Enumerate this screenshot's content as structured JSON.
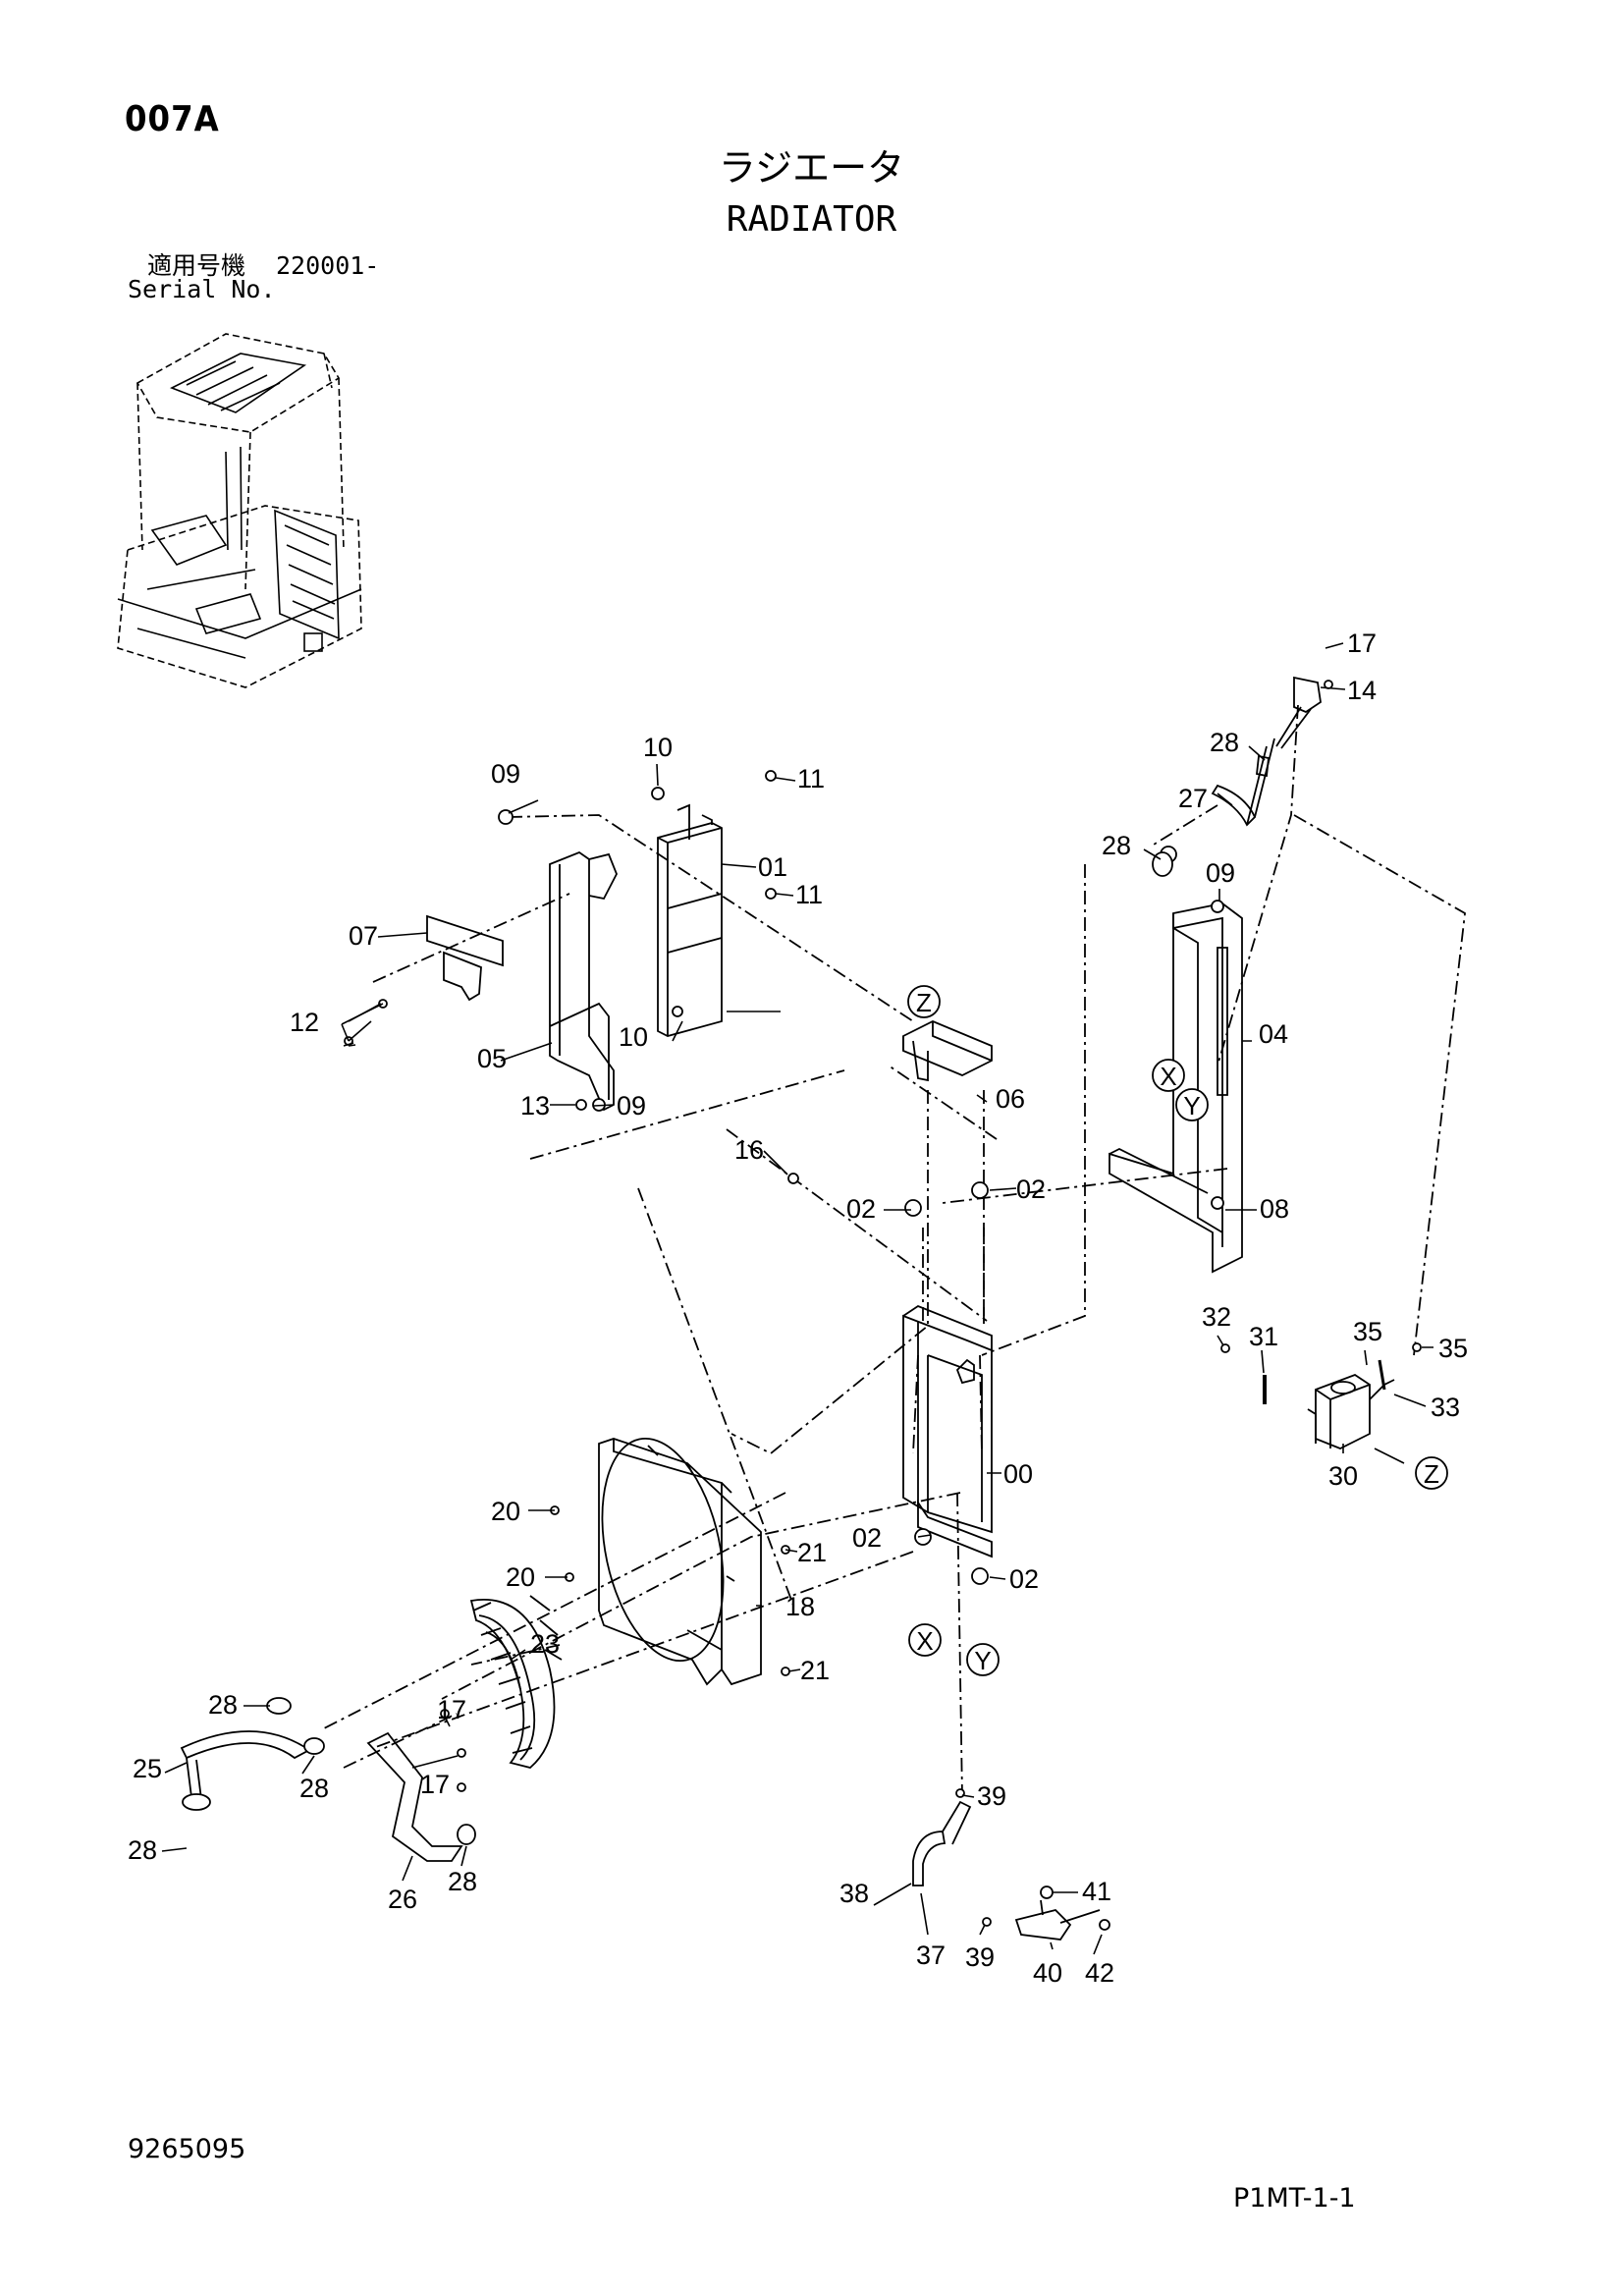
{
  "header": {
    "page_code": "007A",
    "title_jp": "ラジエータ",
    "title_en": "RADIATOR",
    "serial_label_jp": "適用号機",
    "serial_value": "220001-",
    "serial_label_en": "Serial No."
  },
  "footer": {
    "doc_number": "9265095",
    "sheet_ref": "P1MT-1-1"
  },
  "callouts": [
    "17",
    "14",
    "28",
    "27",
    "28",
    "09",
    "10",
    "11",
    "09",
    "01",
    "11",
    "07",
    "12",
    "10",
    "05",
    "13",
    "09",
    "04",
    "06",
    "16",
    "02",
    "02",
    "08",
    "32",
    "31",
    "35",
    "35",
    "33",
    "30",
    "00",
    "20",
    "21",
    "02",
    "20",
    "18",
    "02",
    "23",
    "21",
    "28",
    "17",
    "25",
    "28",
    "17",
    "28",
    "26",
    "28",
    "39",
    "41",
    "38",
    "37",
    "39",
    "40",
    "42"
  ],
  "view_markers": [
    "Z",
    "X",
    "Y",
    "Z",
    "X",
    "Y"
  ]
}
